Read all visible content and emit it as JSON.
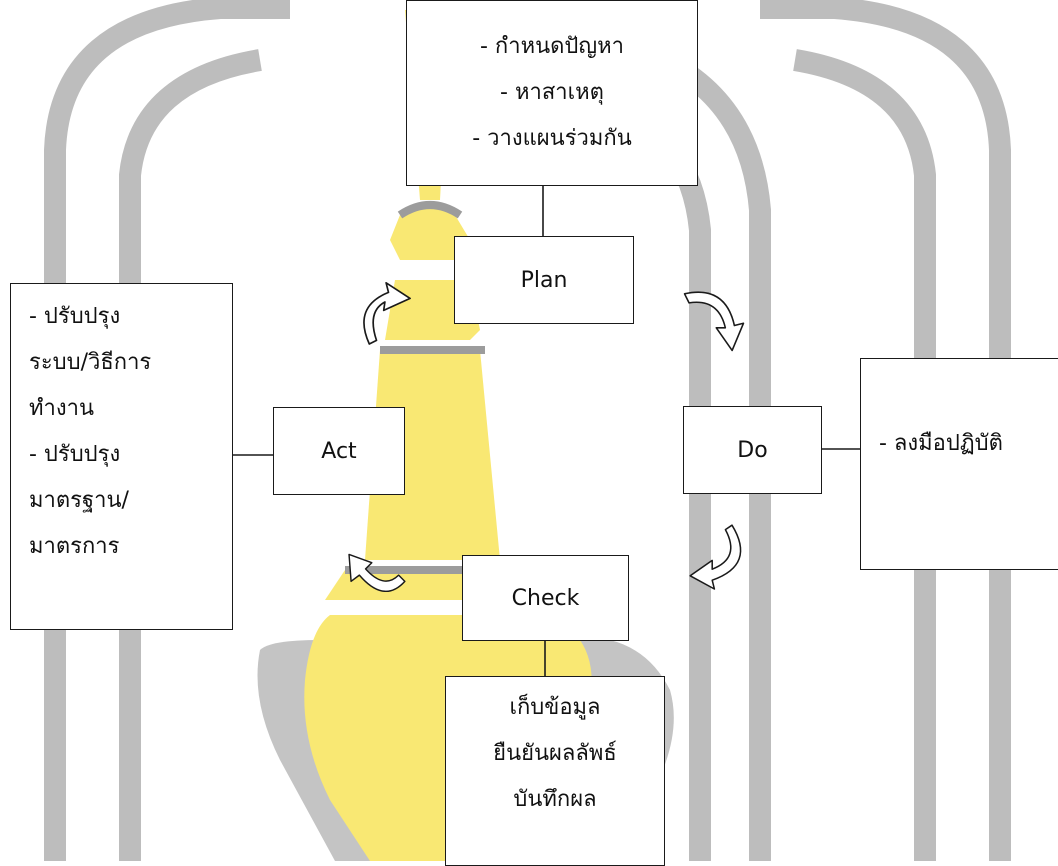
{
  "colors": {
    "watermark_gray": "#b9b9b9",
    "watermark_yellow": "#f9e873",
    "stroke": "#1a1a1a"
  },
  "icons": [
    "curved-arrow-icon",
    "campus-watermark-logo"
  ],
  "diagram": {
    "plan": {
      "label": "Plan",
      "notes": [
        "- กำหนดปัญหา",
        "- หาสาเหตุ",
        "- วางแผนร่วมกัน"
      ]
    },
    "do": {
      "label": "Do",
      "notes": [
        "- ลงมือปฏิบัติ"
      ]
    },
    "check": {
      "label": "Check",
      "notes": [
        "เก็บข้อมูล",
        "ยืนยันผลลัพธ์",
        "บันทึกผล"
      ]
    },
    "act": {
      "label": "Act",
      "notes": [
        "- ปรับปรุง",
        "ระบบ/วิธีการ",
        "ทำงาน",
        "- ปรับปรุง",
        "มาตรฐาน/",
        "มาตรการ"
      ]
    }
  }
}
